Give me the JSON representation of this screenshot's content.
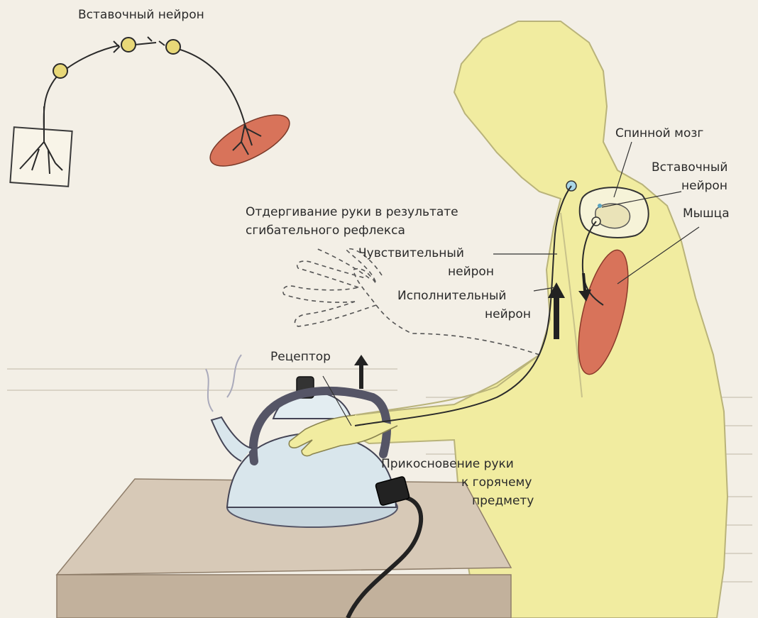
{
  "labels": {
    "interneuron_top": "Вставочный нейрон",
    "spinal_cord": "Спинной мозг",
    "interneuron_right_line1": "Вставочный",
    "interneuron_right_line2": "нейрон",
    "muscle": "Мышца",
    "withdrawal_line1": "Отдергивание руки в результате",
    "withdrawal_line2": "сгибательного рефлекса",
    "sensory_line1": "Чувствительный",
    "sensory_line2": "нейрон",
    "motor_line1": "Исполнительный",
    "motor_line2": "нейрон",
    "receptor": "Рецептор",
    "touch_line1": "Прикосновение руки",
    "touch_line2": "к горячему",
    "touch_line3": "предмету"
  },
  "colors": {
    "background": "#f3efe6",
    "body_fill": "#f1eca0",
    "muscle_fill": "#d8735a",
    "neuron_node": "#e8d878",
    "table_fill": "#c9b8a5",
    "kettle_fill": "#d9e6ec",
    "line": "#2a2a2a"
  }
}
